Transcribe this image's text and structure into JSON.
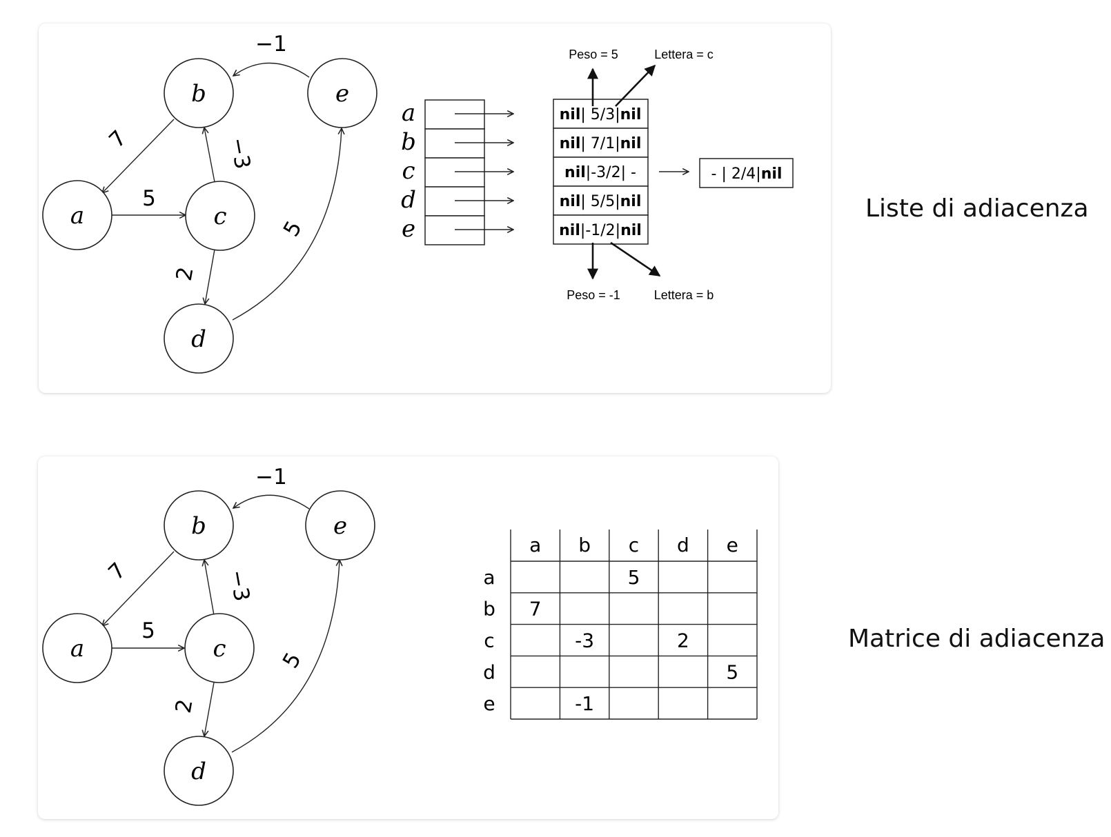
{
  "graph": {
    "nodes": {
      "a": "a",
      "b": "b",
      "c": "c",
      "d": "d",
      "e": "e"
    },
    "weights": {
      "e_b": "−1",
      "b_a": "7",
      "c_b": "−3",
      "a_c": "5",
      "c_d": "2",
      "d_e": "5"
    }
  },
  "adjacency_list": {
    "title": "Liste di adiacenza",
    "rows": [
      "a",
      "b",
      "c",
      "d",
      "e"
    ],
    "nodes": {
      "a": {
        "nil": "nil",
        "value": "5/3",
        "next": "nil"
      },
      "b": {
        "nil": "nil",
        "value": "7/1",
        "next": "nil"
      },
      "c": {
        "nil": "nil",
        "value": "-3/2",
        "next": "-"
      },
      "c2": {
        "prev": "-",
        "value": "2/4",
        "next": "nil"
      },
      "d": {
        "nil": "nil",
        "value": "5/5",
        "next": "nil"
      },
      "e": {
        "nil": "nil",
        "value": "-1/2",
        "next": "nil"
      }
    },
    "annotations": {
      "top_weight": "Peso = 5",
      "top_letter": "Lettera = c",
      "bottom_weight": "Peso = -1",
      "bottom_letter": "Lettera = b"
    }
  },
  "adjacency_matrix": {
    "title": "Matrice di adiacenza",
    "columns": [
      "a",
      "b",
      "c",
      "d",
      "e"
    ],
    "rows": [
      "a",
      "b",
      "c",
      "d",
      "e"
    ],
    "cells": [
      [
        "",
        "",
        "5",
        "",
        ""
      ],
      [
        "7",
        "",
        "",
        "",
        ""
      ],
      [
        "",
        "-3",
        "",
        "2",
        ""
      ],
      [
        "",
        "",
        "",
        "",
        "5"
      ],
      [
        "",
        "-1",
        "",
        "",
        ""
      ]
    ]
  }
}
